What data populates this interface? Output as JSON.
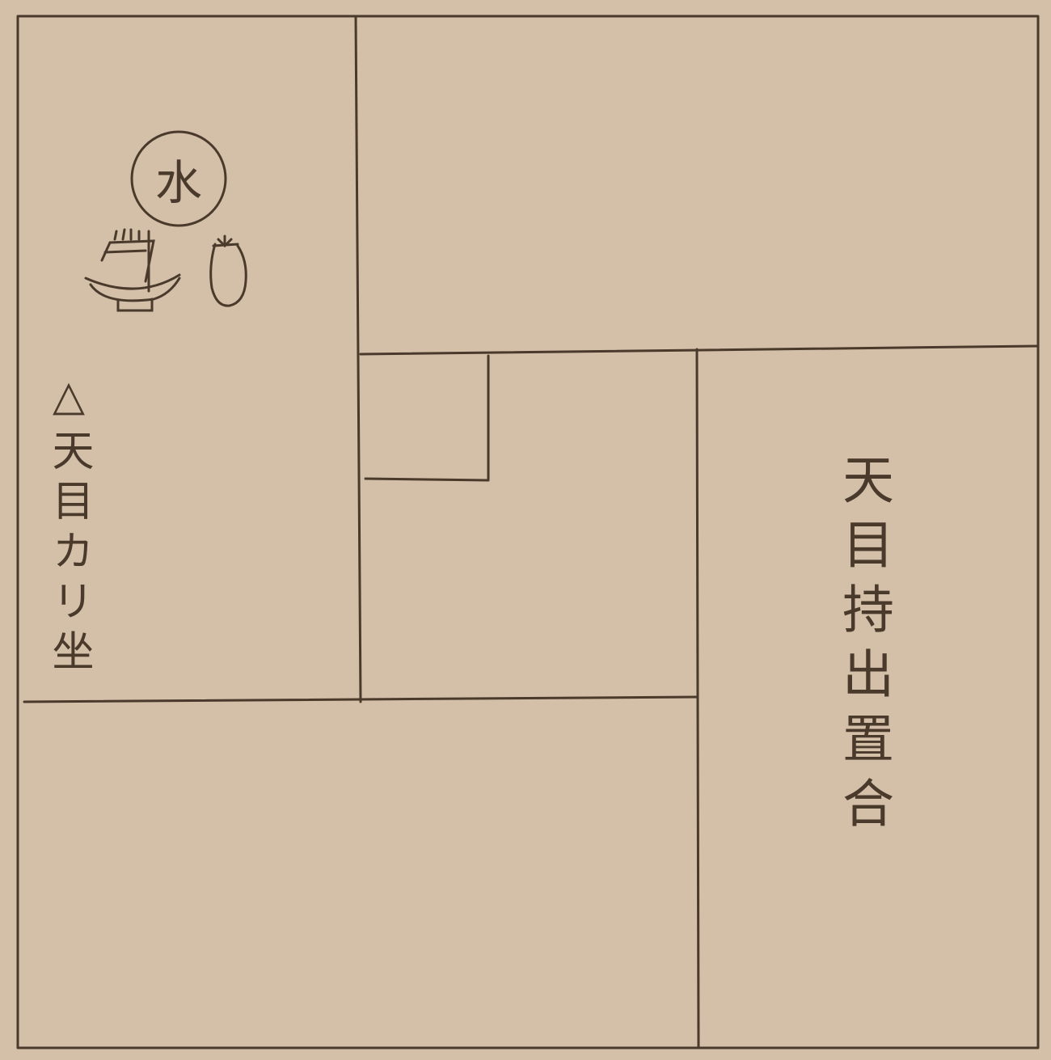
{
  "diagram": {
    "water_symbol": "水",
    "label_left": "△天目カリ坐",
    "label_right": "天目持出置合",
    "colors": {
      "paper": "#d4bfa8",
      "ink": "#4a3a2c"
    }
  }
}
